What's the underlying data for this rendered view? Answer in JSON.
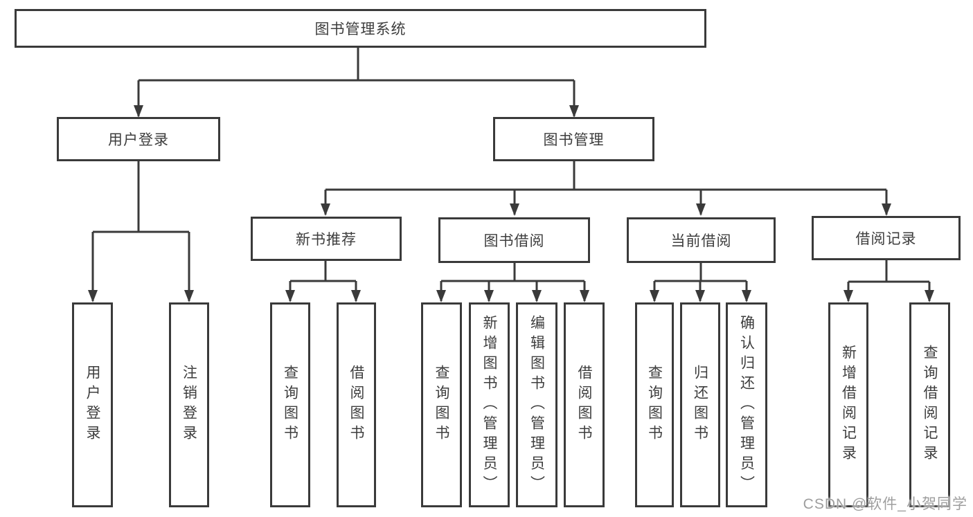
{
  "diagram": {
    "root": {
      "label": "图书管理系统"
    },
    "level1": [
      {
        "id": "user-login",
        "label": "用户登录"
      },
      {
        "id": "book-management",
        "label": "图书管理"
      }
    ],
    "level2": [
      {
        "id": "new-book-recommend",
        "label": "新书推荐"
      },
      {
        "id": "book-borrow",
        "label": "图书借阅"
      },
      {
        "id": "current-borrow",
        "label": "当前借阅"
      },
      {
        "id": "borrow-records",
        "label": "借阅记录"
      }
    ],
    "leaves": {
      "user_login": [
        "用户登录",
        "注销登录"
      ],
      "new_book_recommend": [
        "查询图书",
        "借阅图书"
      ],
      "book_borrow": [
        "查询图书",
        "新增图书（管理员）",
        "编辑图书（管理员）",
        "借阅图书"
      ],
      "current_borrow": [
        "查询图书",
        "归还图书",
        "确认归还（管理员）"
      ],
      "borrow_records": [
        "新增借阅记录",
        "查询借阅记录"
      ]
    }
  },
  "watermark": {
    "text": "CSDN @软件_小贺同学"
  },
  "colors": {
    "line": "#3a3a3a",
    "text": "#3d3d3d",
    "background": "#ffffff",
    "watermark": "#9e9e9e"
  }
}
